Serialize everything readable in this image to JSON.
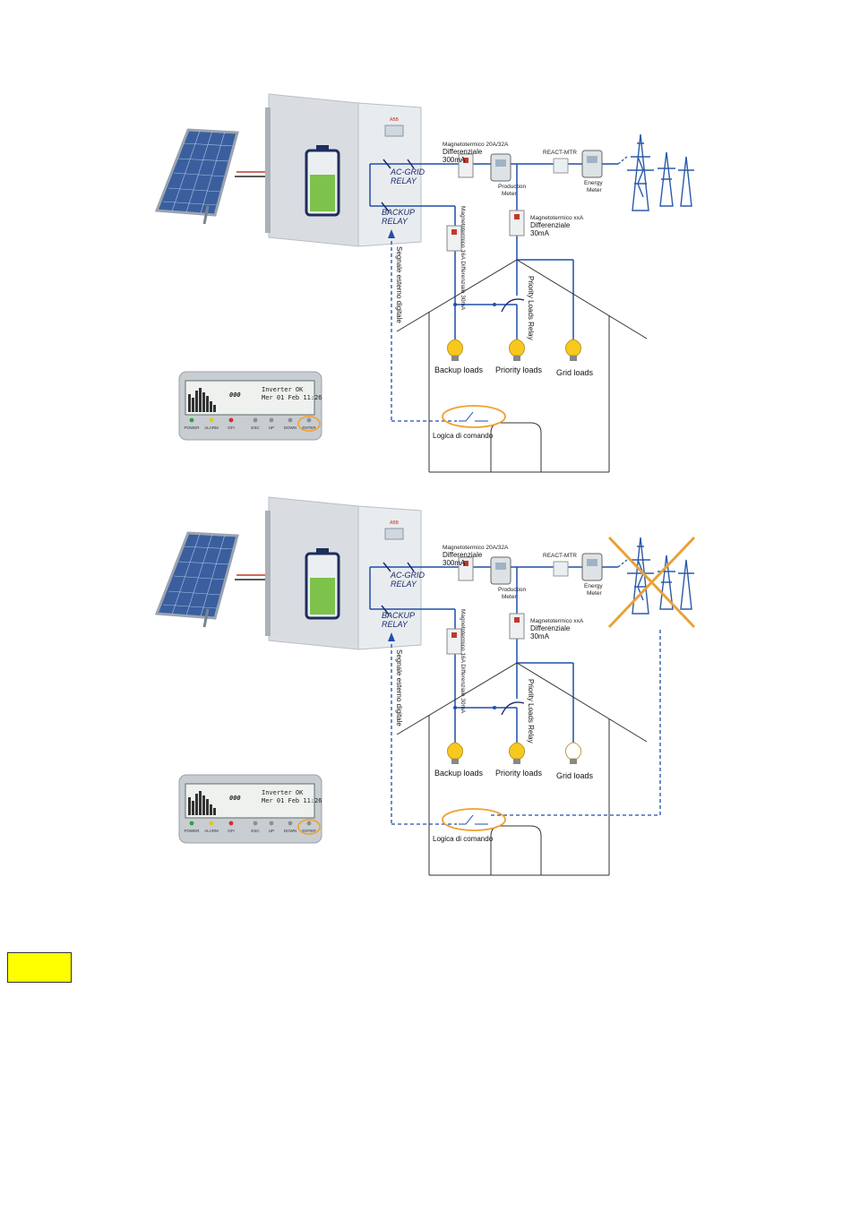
{
  "diagrams": [
    {
      "state": "grid-connected",
      "labels": {
        "ac_grid_relay_1": "AC-GRID",
        "ac_grid_relay_2": "RELAY",
        "backup_relay_1": "BACKUP",
        "backup_relay_2": "RELAY",
        "breaker_main_1": "Magnetotermico 20A/32A",
        "breaker_main_2": "Differenziale",
        "breaker_main_3": "300mA",
        "react_mtr": "REACT-MTR",
        "production_meter_1": "Production",
        "production_meter_2": "Meter",
        "energy_meter_1": "Energy",
        "energy_meter_2": "Meter",
        "breaker_grid_1": "Magnetotermico xxA",
        "breaker_grid_2": "Differenziale",
        "breaker_grid_3": "30mA",
        "breaker_backup": "Magnetotermico 16A Differenziale 30mA",
        "digital_signal": "Segnale esterno digitale",
        "priority_relay": "Priority Loads Relay",
        "backup_loads": "Backup loads",
        "priority_loads": "Priority loads",
        "grid_loads": "Grid loads",
        "control_logic": "Logica di comando"
      },
      "display": {
        "status": "Inverter OK",
        "date": "Mer 01 Feb 11:26",
        "power": "000",
        "buttons": [
          "POWER",
          "ALARM",
          "GFI",
          "ESC",
          "UP",
          "DOWN",
          "ENTER"
        ]
      }
    },
    {
      "state": "grid-failure",
      "labels": {
        "ac_grid_relay_1": "AC-GRID",
        "ac_grid_relay_2": "RELAY",
        "backup_relay_1": "BACKUP",
        "backup_relay_2": "RELAY",
        "breaker_main_1": "Magnetotermico 20A/32A",
        "breaker_main_2": "Differenziale",
        "breaker_main_3": "300mA",
        "react_mtr": "REACT-MTR",
        "production_meter_1": "Production",
        "production_meter_2": "Meter",
        "energy_meter_1": "Energy",
        "energy_meter_2": "Meter",
        "breaker_grid_1": "Magnetotermico xxA",
        "breaker_grid_2": "Differenziale",
        "breaker_grid_3": "30mA",
        "breaker_backup": "Magnetotermico 16A Differenziale 30mA",
        "digital_signal": "Segnale esterno digitale",
        "priority_relay": "Priority Loads Relay",
        "backup_loads": "Backup loads",
        "priority_loads": "Priority loads",
        "grid_loads": "Grid loads",
        "control_logic": "Logica di comando"
      },
      "display": {
        "status": "Inverter OK",
        "date": "Mer 01 Feb 11:26",
        "power": "000",
        "buttons": [
          "POWER",
          "ALARM",
          "GFI",
          "ESC",
          "UP",
          "DOWN",
          "ENTER"
        ]
      }
    }
  ],
  "colors": {
    "wire": "#1f4fa8",
    "highlight": "#f0a030",
    "battery": "#7dc24b",
    "bulb_on": "#f7c81e",
    "grid_cross": "#e8a23a",
    "note_bg": "#ffff00"
  }
}
